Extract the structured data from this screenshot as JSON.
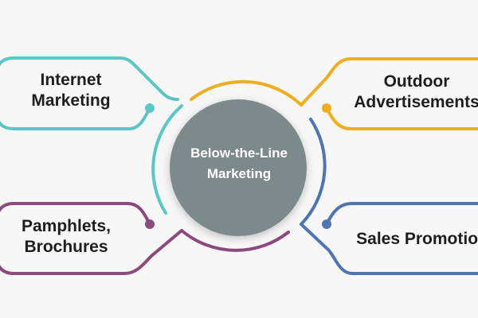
{
  "center": {
    "line1": "Below-the-Line",
    "line2": "Marketing"
  },
  "nodes": {
    "internet": {
      "line1": "Internet",
      "line2": "Marketing"
    },
    "pamphlets": {
      "line1": "Pamphlets,",
      "line2": "Brochures"
    },
    "outdoor": {
      "line1": "Outdoor",
      "line2": "Advertisements"
    },
    "sales": {
      "line1": "Sales Promotion"
    }
  },
  "colors": {
    "background": "#f7f7f7",
    "center_fill": "#7b8a8b",
    "internet": "#5bc6c6",
    "pamphlets": "#8b4a7d",
    "outdoor": "#f0ad1e",
    "sales": "#4e74b2",
    "text": "#1e1e1e"
  }
}
